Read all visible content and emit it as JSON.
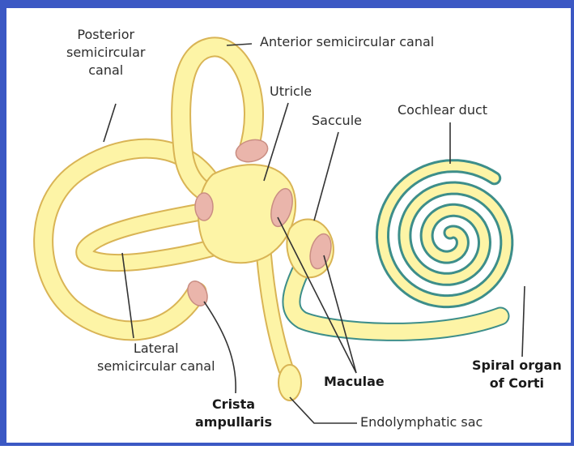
{
  "colors": {
    "endolymph_fill": "#fdf4a6",
    "outline": "#d9b455",
    "cochlear_border": "#3d8e8a",
    "sensory_patch": "#eab5ab",
    "leader_line": "#333333",
    "frame": "#3b58c4"
  },
  "labels": {
    "posterior_canal": [
      "Posterior",
      "semicircular",
      "canal"
    ],
    "anterior_canal": "Anterior semicircular canal",
    "utricle": "Utricle",
    "saccule": "Saccule",
    "cochlear_duct": "Cochlear duct",
    "lateral_canal": [
      "Lateral",
      "semicircular canal"
    ],
    "maculae": "Maculae",
    "spiral_organ": [
      "Spiral organ",
      "of Corti"
    ],
    "crista": [
      "Crista",
      "ampullaris"
    ],
    "endolymphatic_sac": "Endolymphatic sac"
  }
}
